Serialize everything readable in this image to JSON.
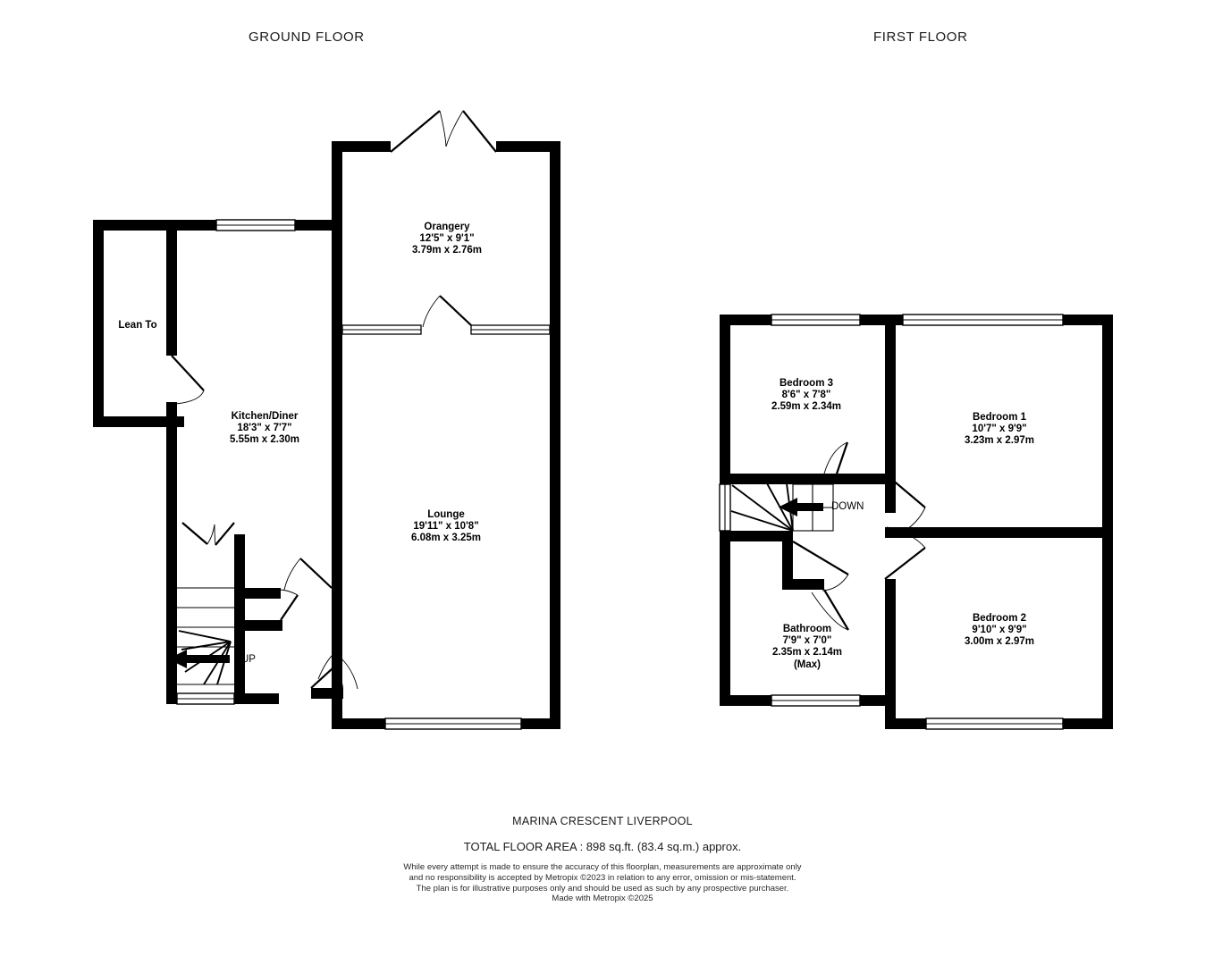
{
  "titles": {
    "ground_floor": "GROUND FLOOR",
    "first_floor": "FIRST FLOOR"
  },
  "ground_floor": {
    "rooms": [
      {
        "name": "Lean To",
        "imperial": "",
        "metric": "",
        "max": ""
      },
      {
        "name": "Orangery",
        "imperial": "12'5\"  x 9'1\"",
        "metric": "3.79m  x 2.76m",
        "max": ""
      },
      {
        "name": "Kitchen/Diner",
        "imperial": "18'3\"  x 7'7\"",
        "metric": "5.55m  x 2.30m",
        "max": ""
      },
      {
        "name": "Lounge",
        "imperial": "19'11\"  x 10'8\"",
        "metric": "6.08m  x 3.25m",
        "max": ""
      }
    ],
    "stair_direction": "UP"
  },
  "first_floor": {
    "rooms": [
      {
        "name": "Bedroom 3",
        "imperial": "8'6\"  x 7'8\"",
        "metric": "2.59m  x 2.34m",
        "max": ""
      },
      {
        "name": "Bedroom 1",
        "imperial": "10'7\"  x 9'9\"",
        "metric": "3.23m  x 2.97m",
        "max": ""
      },
      {
        "name": "Bedroom 2",
        "imperial": "9'10\"  x 9'9\"",
        "metric": "3.00m  x 2.97m",
        "max": ""
      },
      {
        "name": "Bathroom",
        "imperial": "7'9\"  x 7'0\"",
        "metric": "2.35m  x 2.14m",
        "max": "(Max)"
      }
    ],
    "stair_direction": "DOWN"
  },
  "footer": {
    "address": "MARINA CRESCENT LIVERPOOL",
    "total_area": "TOTAL FLOOR AREA : 898 sq.ft. (83.4 sq.m.) approx.",
    "disclaimer_line1": "While every attempt is made to ensure the accuracy of this floorplan, measurements are approximate only",
    "disclaimer_line2": "and no responsibility is accepted by Metropix ©2023 in relation to any error, omission or mis-statement.",
    "disclaimer_line3": "The plan is for illustrative purposes only and should be used as such by any prospective purchaser.",
    "disclaimer_line4": "Made with Metropix ©2025"
  },
  "colors": {
    "wall": "#000000",
    "background": "#ffffff",
    "text": "#000000",
    "title_text": "#1a1a1a"
  }
}
